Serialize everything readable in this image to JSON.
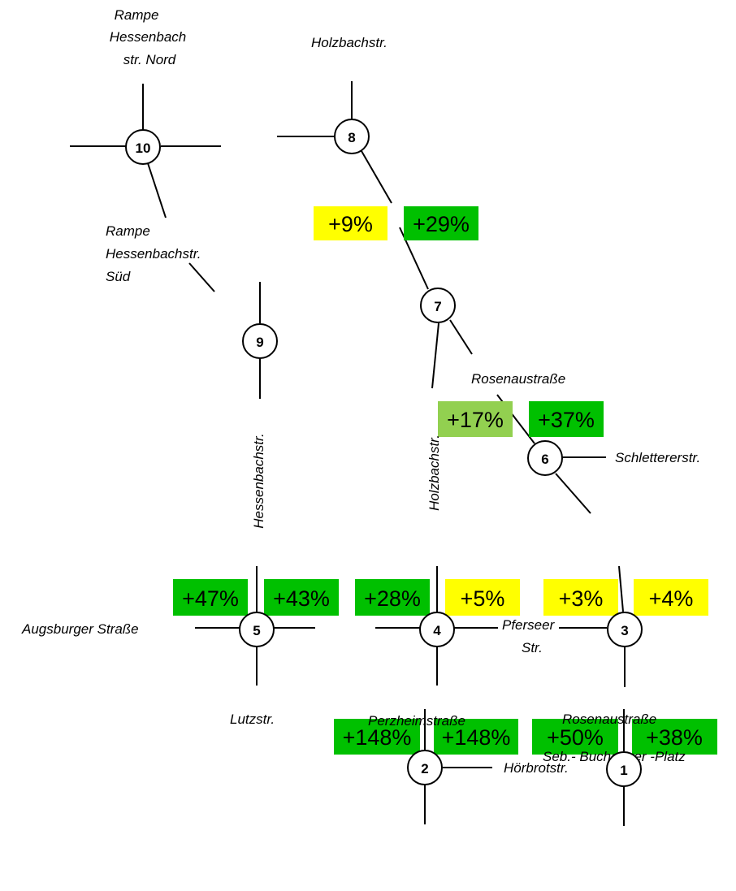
{
  "colors": {
    "green": "#00c000",
    "light_green": "#92d050",
    "yellow": "#ffff00"
  },
  "nodes": [
    "1",
    "2",
    "3",
    "4",
    "5",
    "6",
    "7",
    "8",
    "9",
    "10"
  ],
  "street_labels": {
    "rampe_nord_1": "Rampe",
    "rampe_nord_2": "Hessenbach",
    "rampe_nord_3": "str. Nord",
    "holzbachstr_top": "Holzbachstr.",
    "rampe_sued_1": "Rampe",
    "rampe_sued_2": "Hessenbachstr.",
    "rampe_sued_3": "Süd",
    "rosenaustrasse_upper": "Rosenaustraße",
    "schlettererstr": "Schlettererstr.",
    "hessenbachstr": "Hessenbachstr.",
    "holzbachstr_vertical": "Holzbachstr.",
    "augsburger_strasse": "Augsburger Straße",
    "pferseer_1": "Pferseer",
    "pferseer_2": "Str.",
    "lutzstr": "Lutzstr.",
    "perzheimstrasse": "Perzheimstraße",
    "rosenaustrasse_lower": "Rosenaustraße",
    "seb_buchegger_platz": "Seb.- Buchegger -Platz",
    "hoerbrotstr": "Hörbrotstr."
  },
  "changes": {
    "n8_left": "+9%",
    "n8_right": "+29%",
    "n6_left": "+17%",
    "n6_right": "+37%",
    "n5_left": "+47%",
    "n5_right": "+43%",
    "n4_left": "+28%",
    "n4_right": "+5%",
    "n3_left": "+3%",
    "n3_right": "+4%",
    "n2_left": "+148%",
    "n2_right": "+148%",
    "n1_left": "+50%",
    "n1_right": "+38%"
  }
}
